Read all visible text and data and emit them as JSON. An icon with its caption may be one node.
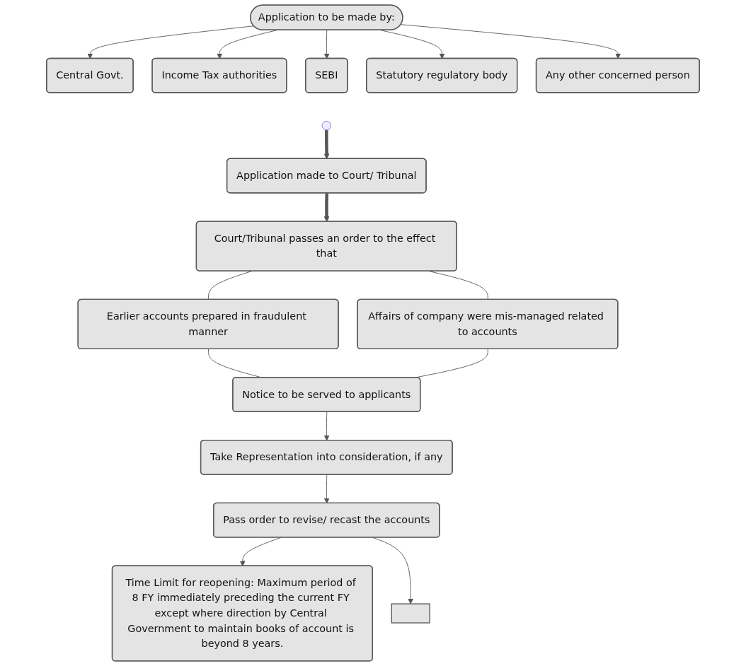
{
  "diagram": {
    "nodes": [
      {
        "text": [
          "Application to be made by:"
        ]
      },
      {
        "text": [
          "Central Govt."
        ]
      },
      {
        "text": [
          "SEBI"
        ]
      },
      {
        "text": [
          "Any other concerned person"
        ]
      },
      {
        "text": [
          "Income Tax authorities"
        ]
      },
      {
        "text": [
          "Statutory regulatory body"
        ]
      },
      {
        "text": [
          "Application made to Court/ Tribunal"
        ]
      },
      {
        "text": [
          "Court/Tribunal passes an order to the effect that"
        ]
      },
      {
        "text": [
          "Earlier accounts prepared in fraudulent manner"
        ]
      },
      {
        "text": [
          "Affairs of company were mis-managed related to accounts"
        ]
      },
      {
        "text": [
          "Notice to be served to applicants"
        ]
      },
      {
        "text": [
          "Take Representation into consideration, if any"
        ]
      },
      {
        "text": [
          "Pass order to revise/ recast the accounts"
        ]
      },
      {
        "text": [
          "Time Limit for reopening: Maximum period of 8 FY immediately preceding the current FY except where direction by Central Government to maintain books of account is beyond 8 years."
        ]
      },
      {
        "text": [],
        "shape": "box"
      }
    ],
    "edges": [
      {
        "from": 0,
        "to": 1,
        "arrow": "to"
      },
      {
        "from": 0,
        "to": 4,
        "arrow": "to"
      },
      {
        "from": 0,
        "to": 2,
        "arrow": "to"
      },
      {
        "from": 0,
        "to": 5,
        "arrow": "to"
      },
      {
        "from": 0,
        "to": 3,
        "arrow": "to"
      },
      {
        "from": null,
        "to": 6,
        "arrow": "to",
        "style": "thick"
      },
      {
        "from": 6,
        "to": 7,
        "arrow": "to",
        "style": "thick"
      },
      {
        "from": 7,
        "to": 8,
        "arrow": "none"
      },
      {
        "from": 7,
        "to": 9,
        "arrow": "none"
      },
      {
        "from": 8,
        "to": 10,
        "arrow": "none"
      },
      {
        "from": 9,
        "to": 10,
        "arrow": "none"
      },
      {
        "from": 10,
        "to": 11,
        "arrow": "to"
      },
      {
        "from": 11,
        "to": 12,
        "arrow": "to"
      },
      {
        "from": 12,
        "to": 13,
        "arrow": "to"
      },
      {
        "from": 12,
        "to": 14,
        "arrow": "to"
      }
    ]
  }
}
